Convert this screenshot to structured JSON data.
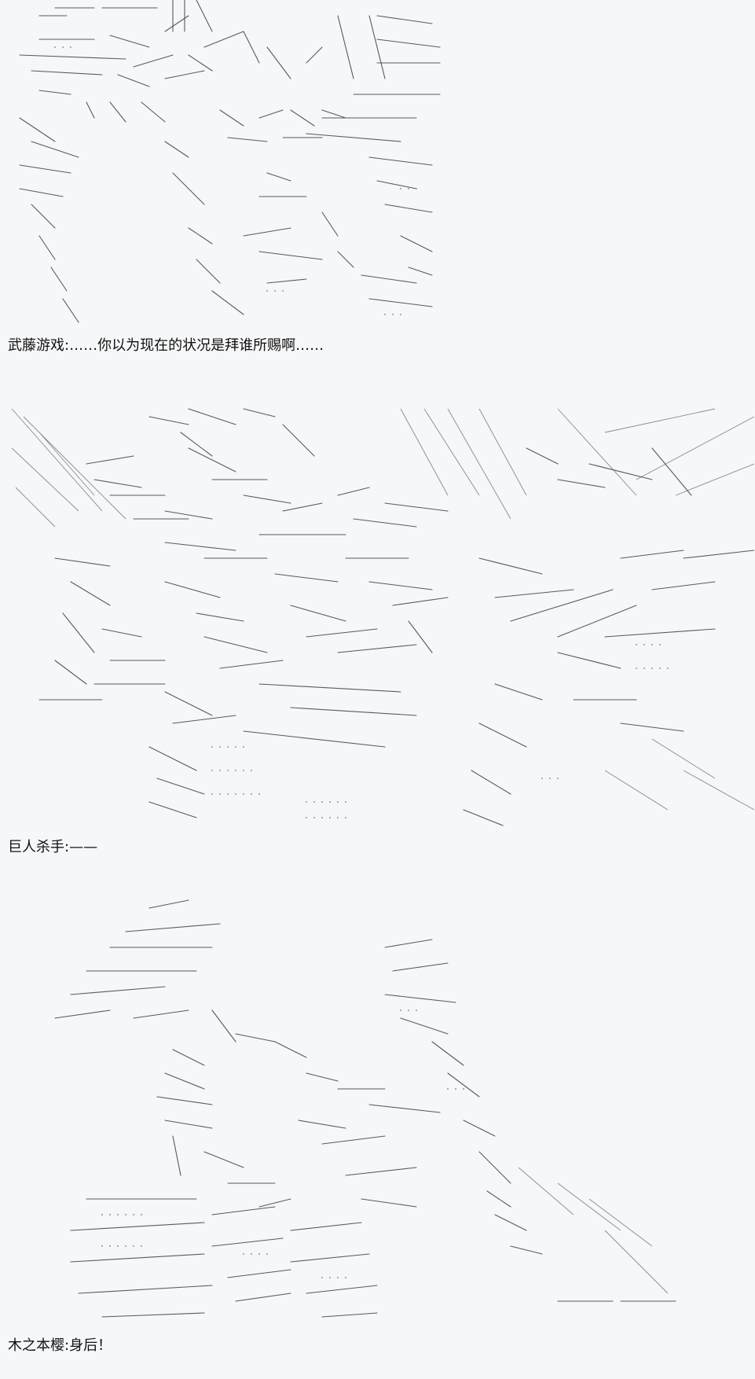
{
  "panels": [
    {
      "speaker": "武藤游戏",
      "separator": ":",
      "line": "……你以为现在的状况是拜谁所赐啊……"
    },
    {
      "speaker": "巨人杀手",
      "separator": ":",
      "line": "——"
    },
    {
      "speaker": "木之本樱",
      "separator": ":",
      "line": "身后！"
    }
  ]
}
